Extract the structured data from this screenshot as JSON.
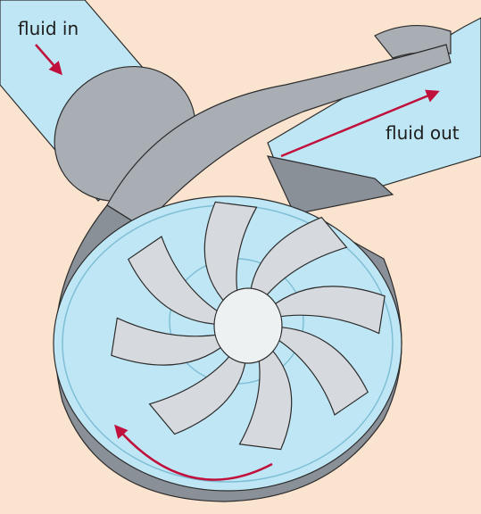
{
  "labels": {
    "fluid_in": "fluid in",
    "fluid_out": "fluid out"
  },
  "colors": {
    "background": "#fbe4cf",
    "fluid": "#bfe6f4",
    "metal": "#a9aeb5",
    "metal_dark": "#8a9098",
    "impeller": "#d6d9dd",
    "hub": "#eef1f2",
    "arrow": "#c0103c",
    "outline": "#2c2c2c"
  },
  "diagram": {
    "blade_count": 8,
    "flow_arrows": [
      "inlet-flow",
      "outlet-flow",
      "rotation"
    ]
  }
}
